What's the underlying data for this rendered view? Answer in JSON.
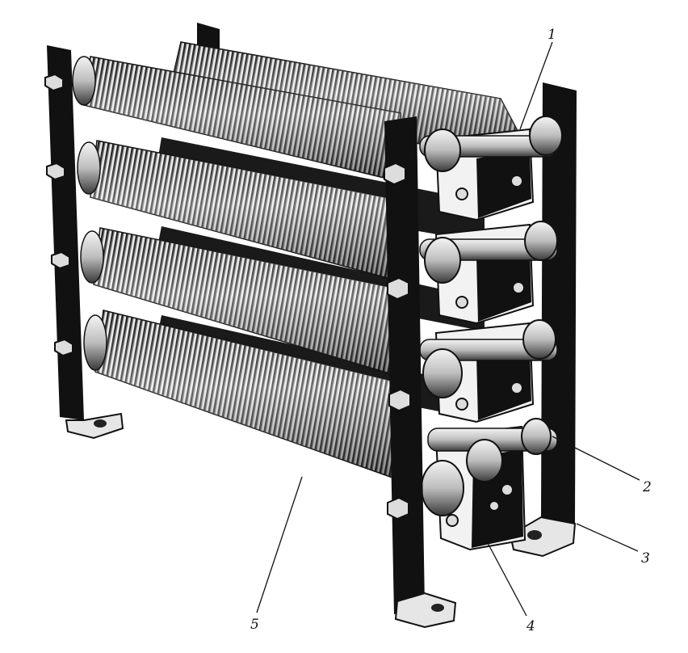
{
  "callouts": [
    {
      "id": "1",
      "text": "1"
    },
    {
      "id": "2",
      "text": "2"
    },
    {
      "id": "3",
      "text": "3"
    },
    {
      "id": "4",
      "text": "4"
    },
    {
      "id": "5",
      "text": "5"
    }
  ],
  "colors": {
    "ink": "#111111",
    "paper": "#ffffff",
    "shade": "#7a7a7a",
    "light": "#cfcfcf"
  }
}
